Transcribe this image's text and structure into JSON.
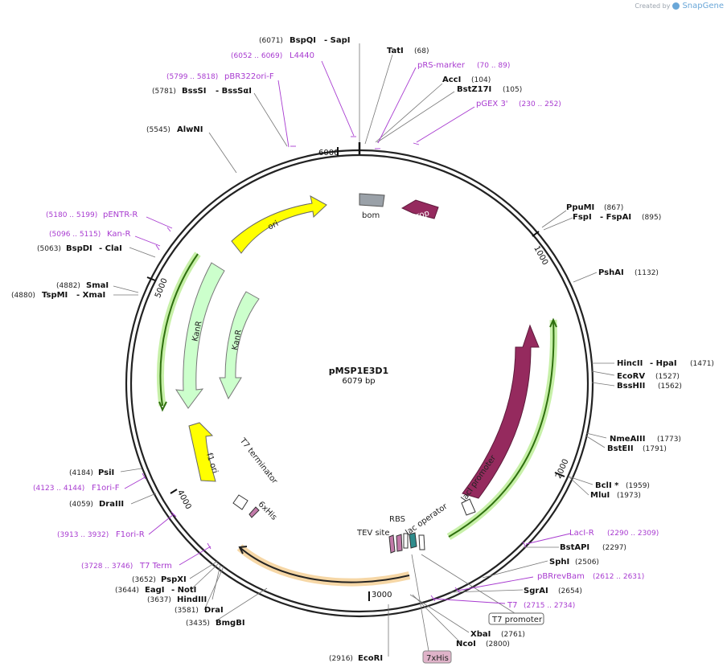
{
  "credit": {
    "prefix": "Created by",
    "brand": "SnapGene"
  },
  "plasmid": {
    "name": "pMSP1E3D1",
    "size": "6079 bp"
  },
  "ticks": [
    "1000",
    "2000",
    "3000",
    "4000",
    "5000",
    "6000"
  ],
  "features": {
    "bom": "bom",
    "rop": "rop",
    "ori": "ori",
    "kanr_outer": "KanR",
    "kanr_inner": "KanR",
    "f1ori": "f1 ori",
    "t7term": "T7 terminator",
    "his6": "6xHis",
    "laci": "lacI",
    "laci_promoter": "lacI promoter",
    "lac_operator": "lac operator",
    "rbs": "RBS",
    "tev": "TEV site",
    "t7promoter": "T7 promoter",
    "his7": "7xHis"
  },
  "enzymes": {
    "bspqi": {
      "name": "BspQI",
      "pos": "(6071)"
    },
    "sapi": {
      "name": "- SapI"
    },
    "tati": {
      "name": "TatI",
      "pos": "(68)"
    },
    "acci": {
      "name": "AccI",
      "pos": "(104)"
    },
    "bstz17i": {
      "name": "BstZ17I",
      "pos": "(105)"
    },
    "bsssi": {
      "name": "BssSI",
      "pos": "(5781)"
    },
    "bsssai": {
      "name": "- BssSαI"
    },
    "alwni": {
      "name": "AlwNI",
      "pos": "(5545)"
    },
    "ppumi": {
      "name": "PpuMI",
      "pos": "(867)"
    },
    "fspi": {
      "name": "FspI",
      "pos": "(895)"
    },
    "fspai": {
      "name": "- FspAI"
    },
    "pshai": {
      "name": "PshAI",
      "pos": "(1132)"
    },
    "bspdi": {
      "name": "BspDI",
      "pos": "(5063)"
    },
    "clai": {
      "name": "- ClaI"
    },
    "smai": {
      "name": "SmaI",
      "pos": "(4882)"
    },
    "tspmi": {
      "name": "TspMI",
      "pos": "(4880)"
    },
    "xmai": {
      "name": "- XmaI"
    },
    "hincii": {
      "name": "HincII",
      "pos": "(1471)"
    },
    "hpai": {
      "name": "- HpaI"
    },
    "ecorv": {
      "name": "EcoRV",
      "pos": "(1527)"
    },
    "bsshii": {
      "name": "BssHII",
      "pos": "(1562)"
    },
    "nmeaiii": {
      "name": "NmeAIII",
      "pos": "(1773)"
    },
    "bsteii": {
      "name": "BstEII",
      "pos": "(1791)"
    },
    "bcli": {
      "name": "BclI *",
      "pos": "(1959)"
    },
    "mlui": {
      "name": "MluI",
      "pos": "(1973)"
    },
    "psii": {
      "name": "PsiI",
      "pos": "(4184)"
    },
    "draiii": {
      "name": "DraIII",
      "pos": "(4059)"
    },
    "bstapi": {
      "name": "BstAPI",
      "pos": "(2297)"
    },
    "sphi": {
      "name": "SphI",
      "pos": "(2506)"
    },
    "sgrai": {
      "name": "SgrAI",
      "pos": "(2654)"
    },
    "pspxi": {
      "name": "PspXI",
      "pos": "(3652)"
    },
    "eagi": {
      "name": "EagI",
      "pos": "(3644)"
    },
    "noti": {
      "name": "- NotI"
    },
    "hindiii": {
      "name": "HindIII",
      "pos": "(3637)"
    },
    "drai": {
      "name": "DraI",
      "pos": "(3581)"
    },
    "bmgbi": {
      "name": "BmgBI",
      "pos": "(3435)"
    },
    "xbai": {
      "name": "XbaI",
      "pos": "(2761)"
    },
    "ncoi": {
      "name": "NcoI",
      "pos": "(2800)"
    },
    "ecori": {
      "name": "EcoRI",
      "pos": "(2916)"
    }
  },
  "primers": {
    "l4440": {
      "name": "L4440",
      "range": "(6052 .. 6069)"
    },
    "prs": {
      "name": "pRS-marker",
      "range": "(70 .. 89)"
    },
    "pbr322": {
      "name": "pBR322ori-F",
      "range": "(5799 .. 5818)"
    },
    "pgex": {
      "name": "pGEX 3'",
      "range": "(230 .. 252)"
    },
    "pentr": {
      "name": "pENTR-R",
      "range": "(5180 .. 5199)"
    },
    "kanr": {
      "name": "Kan-R",
      "range": "(5096 .. 5115)"
    },
    "f1orif": {
      "name": "F1ori-F",
      "range": "(4123 .. 4144)"
    },
    "f1orir": {
      "name": "F1ori-R",
      "range": "(3913 .. 3932)"
    },
    "laci_r": {
      "name": "LacI-R",
      "range": "(2290 .. 2309)"
    },
    "t7term": {
      "name": "T7 Term",
      "range": "(3728 .. 3746)"
    },
    "pbrrevbam": {
      "name": "pBRrevBam",
      "range": "(2612 .. 2631)"
    },
    "t7": {
      "name": "T7",
      "range": "(2715 .. 2734)"
    }
  },
  "colors": {
    "backbone": "#222222",
    "primer": "#a83bd0",
    "ori": "#ffff00",
    "kanr": "#ccffcc",
    "laci": "#952a5e",
    "rop": "#952a5e",
    "bom": "#9aa1a8",
    "orf_green": "#9fe870",
    "orf_orange": "#f2b15e"
  }
}
